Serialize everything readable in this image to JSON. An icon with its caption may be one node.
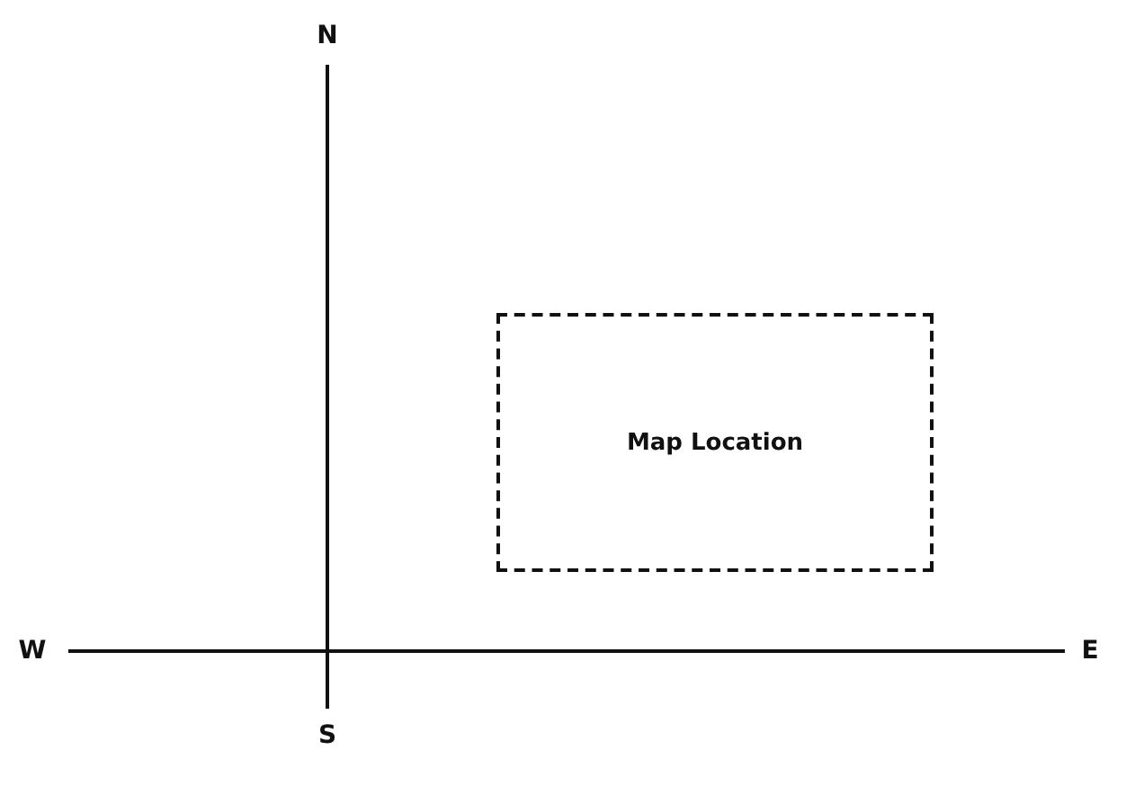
{
  "diagram": {
    "nodes": [
      {
        "text": [
          "Map Location"
        ]
      }
    ],
    "labels": [
      "N",
      "W",
      "E",
      "S"
    ]
  }
}
